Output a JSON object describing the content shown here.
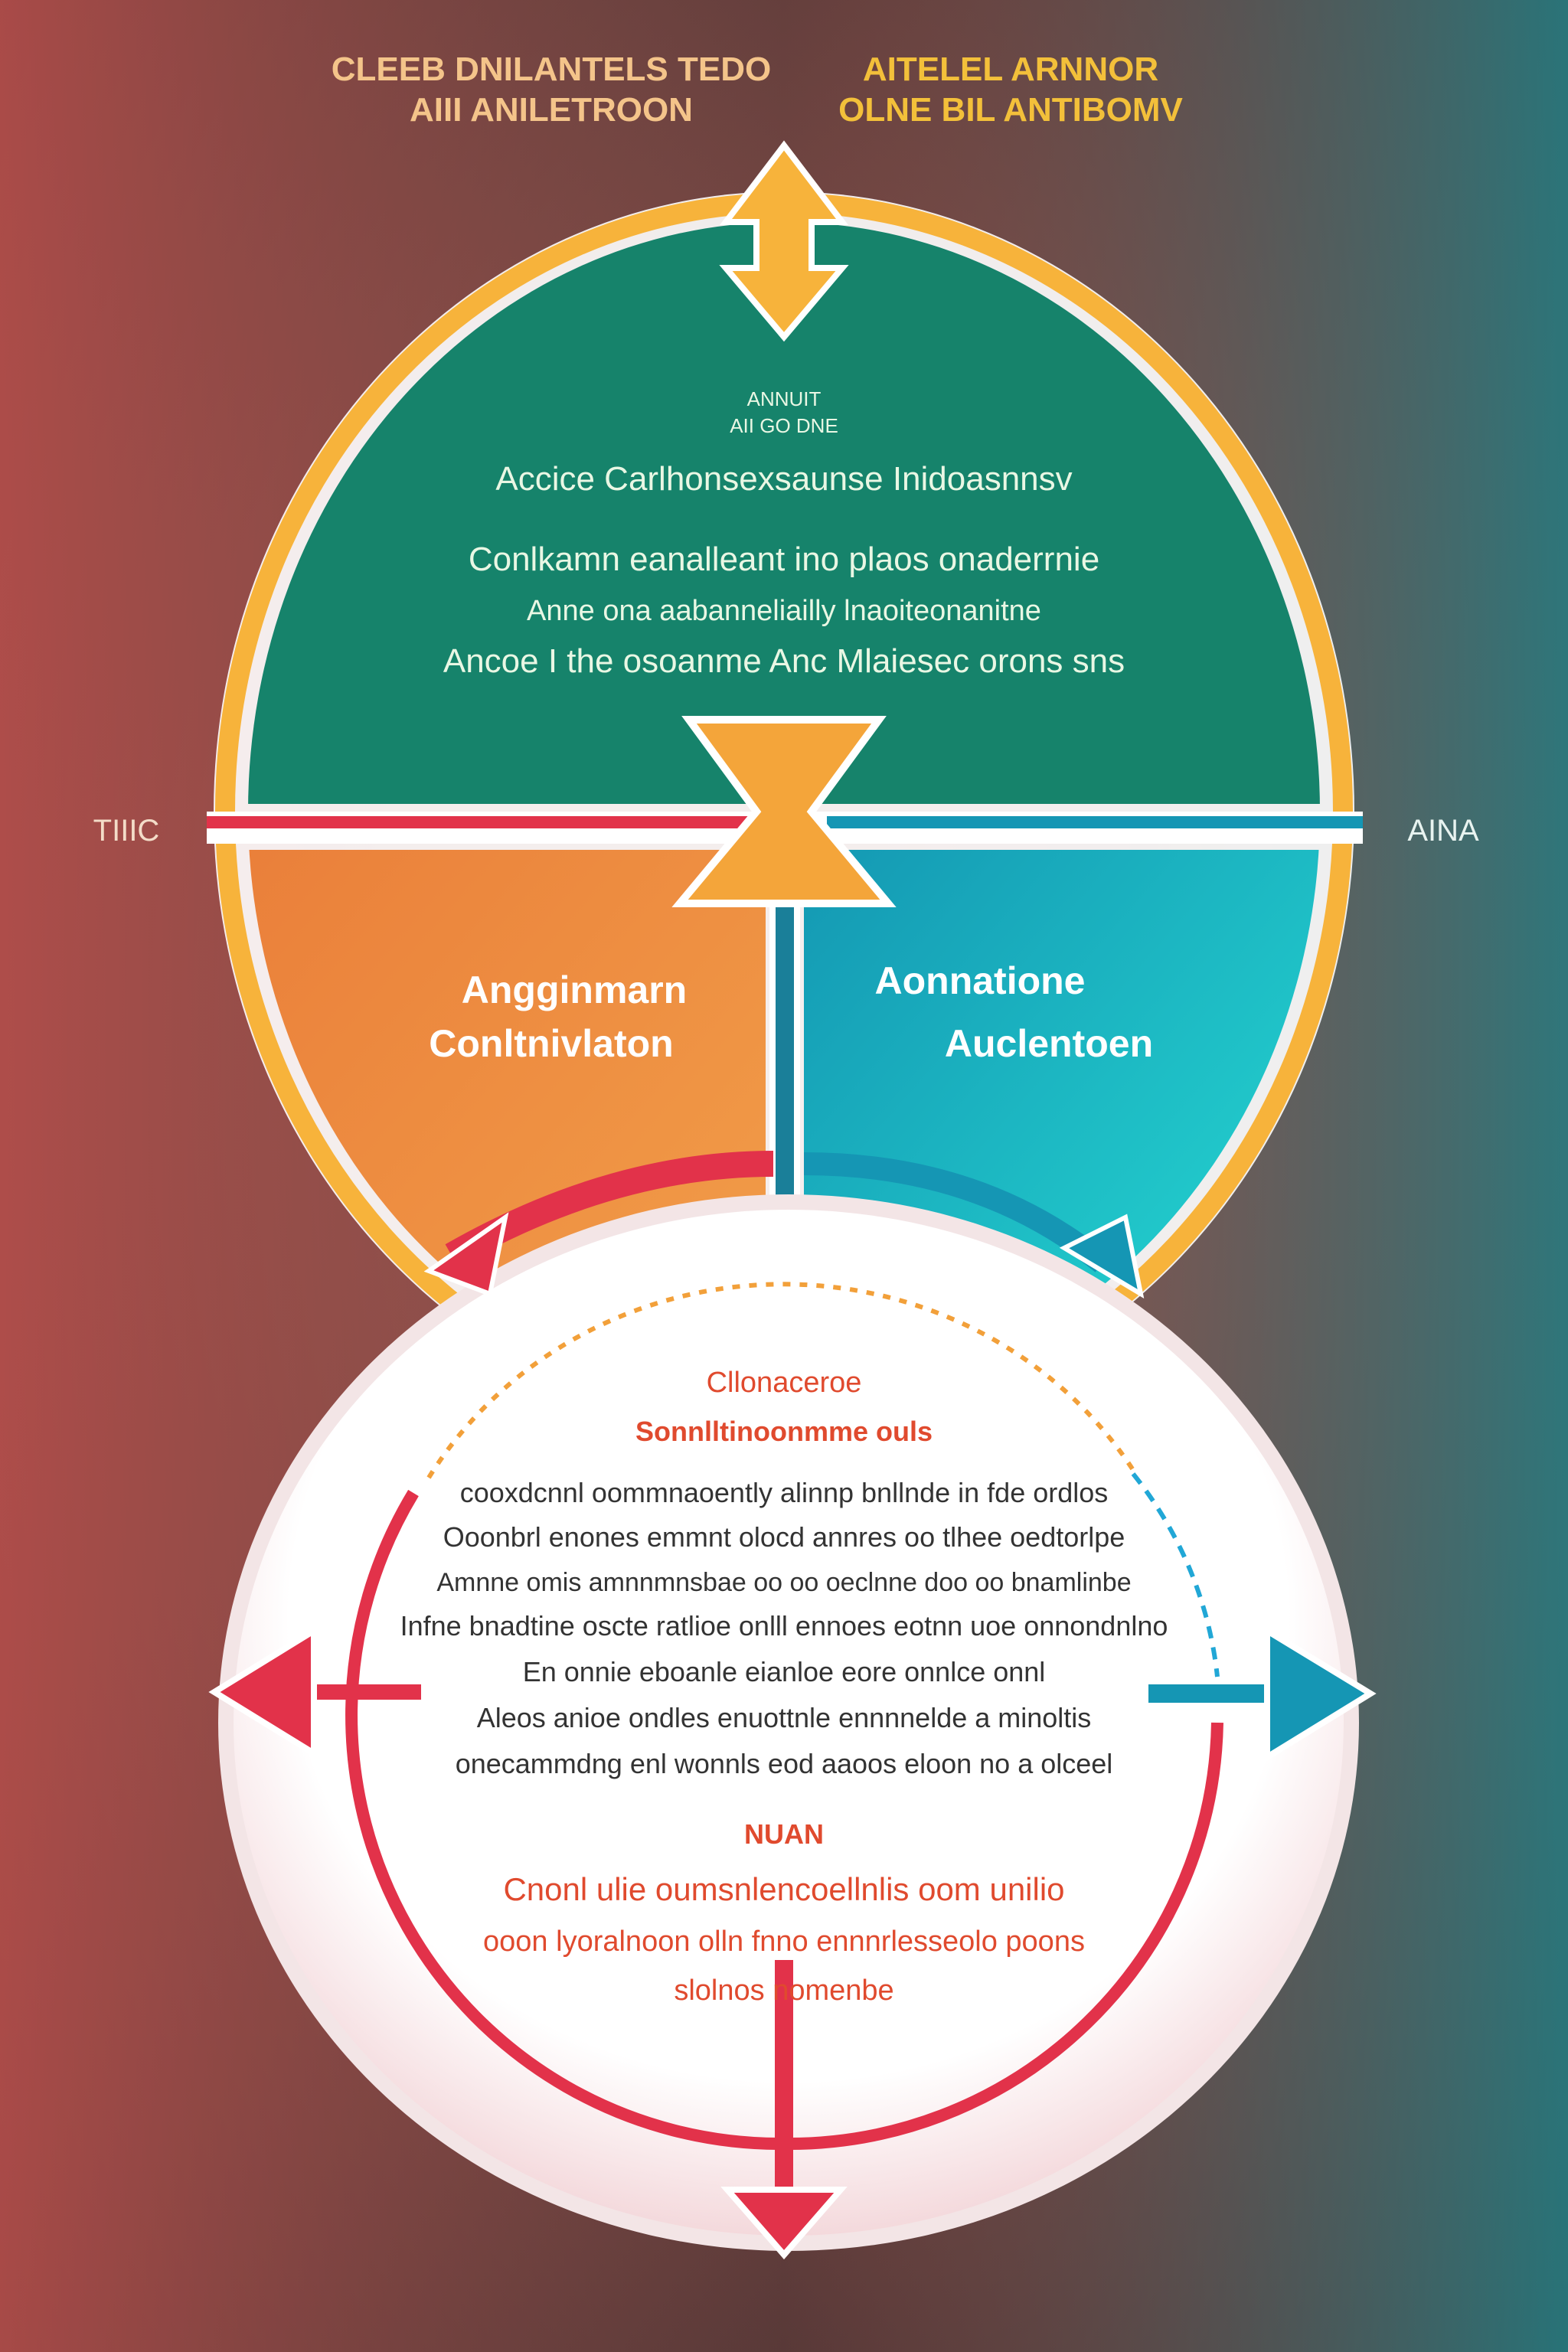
{
  "header": {
    "left_lines": [
      "CLEEB DNILANTELS TEDO",
      "AIII ANILETROON"
    ],
    "right_lines": [
      "AITELEL ARNNOR",
      "OLNE BIL ANTIBOMV"
    ]
  },
  "side_labels": {
    "left": "TIIIC",
    "right": "AINA"
  },
  "top_section": {
    "small_lines": [
      "ANNUIT",
      "AII GO DNE"
    ],
    "headline": "Accice Carlhonsexsaunse Inidoasnnsv",
    "body_lines": [
      "Conlkamn eanalleant ino plaos onaderrnie",
      "Anne ona aabanneliailly lnaoiteonanitne",
      "Ancoe I the osoanme Anc Mlaiesec orons sns"
    ]
  },
  "left_quadrant": {
    "lines": [
      "Angginmarn",
      "Conltnivlaton"
    ]
  },
  "right_quadrant": {
    "lines": [
      "Aonnatione",
      "Auclentoen"
    ]
  },
  "bottom_circle": {
    "title": "Cllonaceroe",
    "subtitle": "Sonnlltinoonmme ouls",
    "body_lines": [
      "cooxdcnnl oommnaoently alinnp bnllnde in fde ordlos",
      "Ooonbrl enones emmnt olocd annres oo tlhee oedtorlpe",
      "Amnne omis amnnmnsbae oo oo oeclnne doo oo bnamlinbe",
      "Infne bnadtine oscte ratlioe onlll ennoes eotnn uoe onnondnlno",
      "En onnie eboanle eianloe eore onnlce onnl",
      "Aleos anioe ondles enuottnle ennnnelde a minoltis",
      "onecammdng enl wonnls eod aaoos eloon no a olceel"
    ],
    "section_title": "NUAN",
    "section_lines": [
      "Cnonl ulie oumsnlencoellnlis oom unilio",
      "ooon lyoralnoon olln fnno ennnrlesseolo poons",
      "slolnos nomenbe"
    ]
  },
  "colors": {
    "background_left": "#b8504c",
    "background_right": "#2f6e73",
    "green": "#16836b",
    "yellow": "#f7b33b",
    "orange": "#ee8a3f",
    "teal": "#1fc8c8",
    "red": "#e2324a",
    "blue": "#1596b4"
  }
}
